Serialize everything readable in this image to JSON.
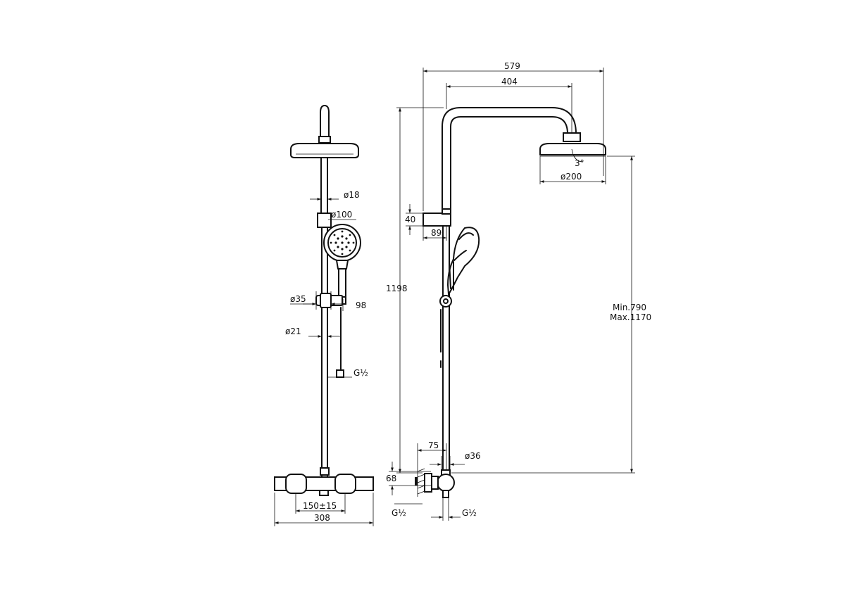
{
  "front_view": {
    "dims": {
      "pipe_upper": "ø18",
      "hand_shower": "ø100",
      "bracket": "ø35",
      "bracket_depth": "98",
      "pipe_lower": "ø21",
      "hose_thread": "G½",
      "inlet_spacing": "150±15",
      "mixer_width": "308"
    }
  },
  "side_view": {
    "dims": {
      "total_projection": "579",
      "arm_length": "404",
      "overall_height": "1198",
      "holder_height": "40",
      "holder_depth": "89",
      "head_tilt": "3°",
      "head_diameter": "ø200",
      "height_min": "Min.790",
      "height_max": "Max.1170",
      "eccentric_depth": "75",
      "union": "ø36",
      "wall_offset": "68",
      "inlet_thread": "G½",
      "outlet_thread": "G½"
    }
  }
}
